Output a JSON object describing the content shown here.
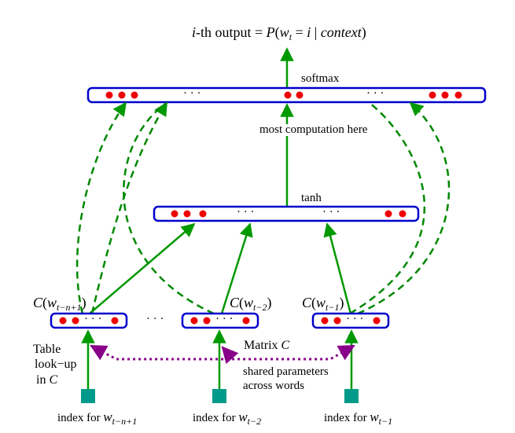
{
  "diagram": {
    "output_label": "i-th output = P(w_t = i | context)",
    "output_label_parts": {
      "lead": "i",
      "middle": "-th output = ",
      "func": "P",
      "open": "(",
      "w": "w",
      "sub": "t",
      "eq": " = ",
      "i2": "i",
      "bar": " | ",
      "ctx": "context",
      "close": ")"
    },
    "softmax_label": "softmax",
    "computation_label": "most  computation here",
    "tanh_label": "tanh",
    "matrix_label": "Matrix ",
    "matrix_symbol": "C",
    "shared_line1": "shared parameters",
    "shared_line2": "across words",
    "table_line1": "Table",
    "table_line2": "look−up",
    "table_line3_prefix": "in ",
    "table_line3_symbol": "C",
    "middle_ellipsis": "· · ·",
    "box_ellipsis": "· · ·",
    "context_labels": [
      {
        "func": "C",
        "open": "(",
        "w": "w",
        "sub": "t−n+1",
        "close": ")"
      },
      {
        "func": "C",
        "open": "(",
        "w": "w",
        "sub": "t−2",
        "close": ")"
      },
      {
        "func": "C",
        "open": "(",
        "w": "w",
        "sub": "t−1",
        "close": ")"
      }
    ],
    "index_labels": [
      {
        "prefix": "index for ",
        "w": "w",
        "sub": "t−n+1"
      },
      {
        "prefix": "index for ",
        "w": "w",
        "sub": "t−2"
      },
      {
        "prefix": "index for ",
        "w": "w",
        "sub": "t−1"
      }
    ]
  },
  "colors": {
    "box": "#0000cc",
    "dot": "#ee0000",
    "arrow": "#009900",
    "dashed": "#008800",
    "dotted": "#880088",
    "index_square": "#009a8a"
  }
}
